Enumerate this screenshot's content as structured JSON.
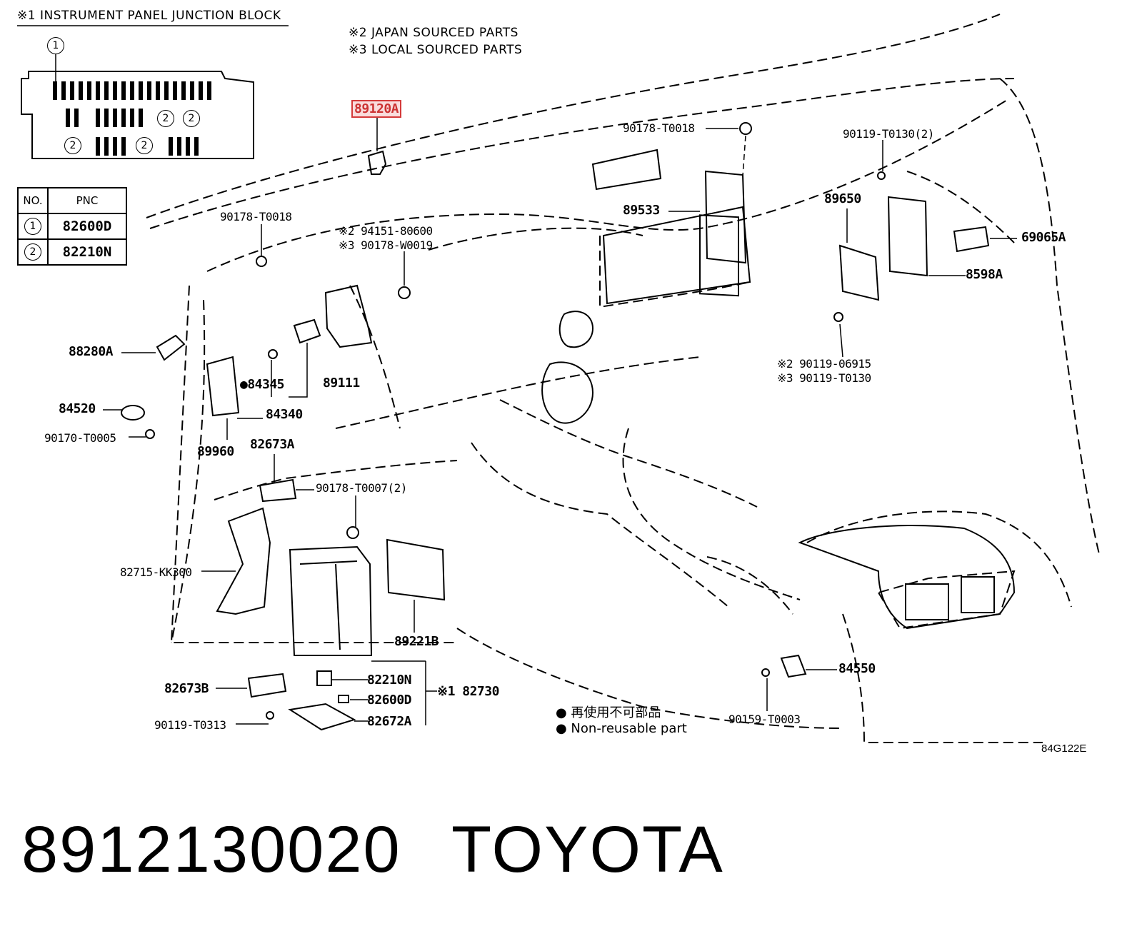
{
  "headers": {
    "junction_block": "※1 INSTRUMENT PANEL JUNCTION BLOCK",
    "japan_parts": "※2 JAPAN SOURCED PARTS",
    "local_parts": "※3 LOCAL SOURCED PARTS"
  },
  "junction_block": {
    "callout": "1",
    "fuse_marker": "2"
  },
  "pnc_table": {
    "col_no": "NO.",
    "col_pnc": "PNC",
    "rows": [
      {
        "no": "1",
        "pnc": "82600D"
      },
      {
        "no": "2",
        "pnc": "82210N"
      }
    ]
  },
  "labels": {
    "p89120A": "89120A",
    "p90178_T0018_top": "90178-T0018",
    "p90119_T0130_2": "90119-T0130(2)",
    "p90178_T0018_left": "90178-T0018",
    "p94151_80600": "※2 94151-80600",
    "p90178_W0019": "※3 90178-W0019",
    "p89533": "89533",
    "p89650": "89650",
    "p69065A": "69065A",
    "p8598A": "8598A",
    "p88280A": "88280A",
    "p84345": "●84345",
    "p89111": "89111",
    "p84520": "84520",
    "p84340": "84340",
    "p90170_T0005": "90170-T0005",
    "p90119_06915": "※2 90119-06915",
    "p90119_T0130": "※3 90119-T0130",
    "p89960": "89960",
    "p82673A": "82673A",
    "p90178_T0007_2": "90178-T0007(2)",
    "p82715_KK300": "82715-KK300",
    "p89221B": "89221B",
    "p84550": "84550",
    "p82210N": "82210N",
    "p82730": "※1 82730",
    "p82673B": "82673B",
    "p82600D": "82600D",
    "p90119_T0313": "90119-T0313",
    "p82672A": "82672A",
    "p90159_T0003": "90159-T0003"
  },
  "legend": {
    "line1": "● 再使用不可部品",
    "line2": "● Non-reusable part"
  },
  "figure_code": "84G122E",
  "footer": {
    "part_number": "8912130020",
    "brand": "TOYOTA"
  },
  "colors": {
    "highlight": "#d43a3a",
    "ink": "#000000"
  }
}
